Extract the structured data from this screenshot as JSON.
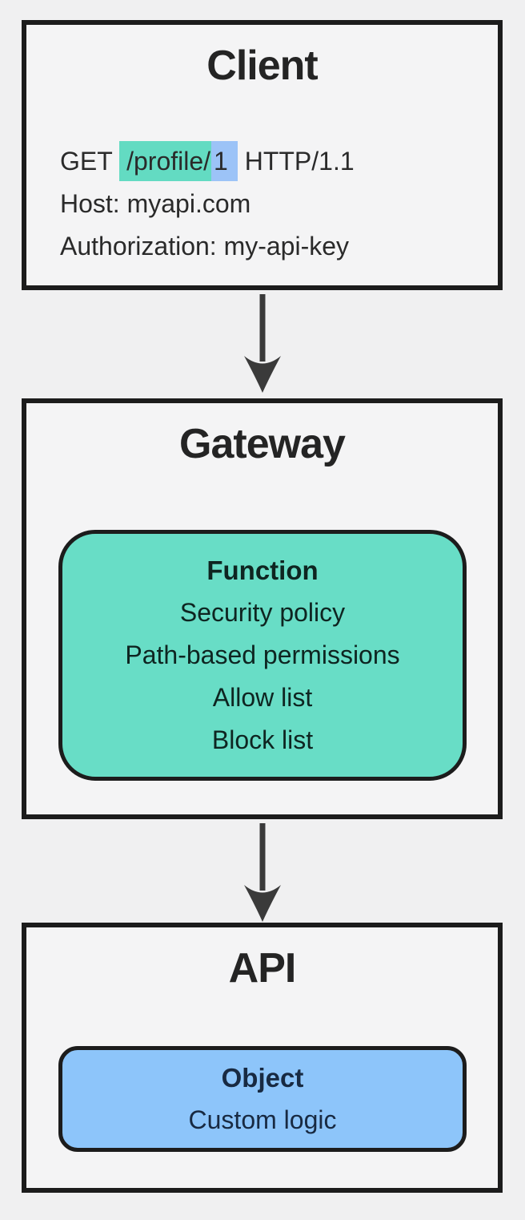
{
  "client": {
    "title": "Client",
    "request_line": {
      "method": "GET ",
      "path": "/profile/",
      "resource_id": "1",
      "protocol": " HTTP/1.1"
    },
    "host_line": "Host: myapi.com",
    "authorization_line": "Authorization: my-api-key"
  },
  "gateway": {
    "title": "Gateway",
    "function_card": {
      "title": "Function",
      "items": [
        "Security policy",
        "Path-based permissions",
        "Allow list",
        "Block list"
      ]
    }
  },
  "api": {
    "title": "API",
    "object_card": {
      "title": "Object",
      "items": [
        "Custom logic"
      ]
    }
  },
  "colors": {
    "page_background": "#f0f0f1",
    "box_border": "#1c1c1c",
    "path_highlight": "#63dbc2",
    "id_highlight": "#9cc3f7",
    "function_card_fill": "#68ddc6",
    "object_card_fill": "#8dc5fa",
    "arrow": "#3a3a3a"
  }
}
